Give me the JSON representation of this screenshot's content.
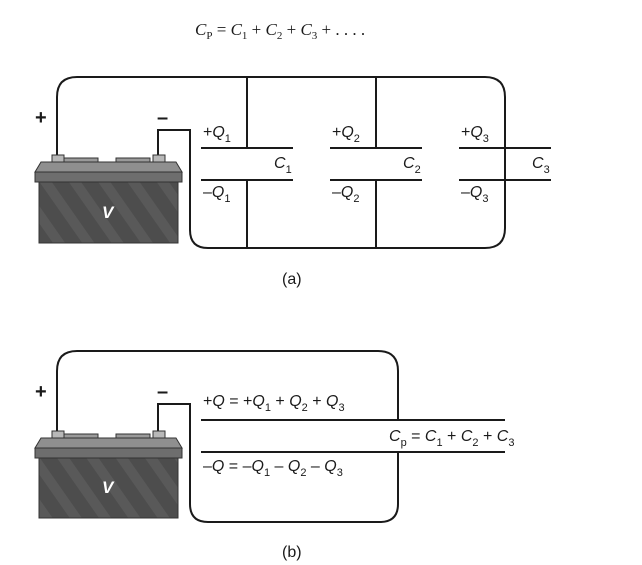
{
  "formula": {
    "lhs": "C",
    "lhs_sub": "P",
    "eq": " = ",
    "c": "C",
    "s1": "1",
    "s2": "2",
    "s3": "3",
    "plus": " + ",
    "tail": " + . . . ."
  },
  "terminals": {
    "plus": "+",
    "minus": "–"
  },
  "battery": {
    "label": "V"
  },
  "panel_a": {
    "caption": "(a)",
    "capacitors": [
      {
        "top_sign": "+",
        "top_q": "Q",
        "sub": "1",
        "bottom_sign": "–",
        "bottom_q": "Q",
        "name": "C"
      },
      {
        "top_sign": "+",
        "top_q": "Q",
        "sub": "2",
        "bottom_sign": "–",
        "bottom_q": "Q",
        "name": "C"
      },
      {
        "top_sign": "+",
        "top_q": "Q",
        "sub": "3",
        "bottom_sign": "–",
        "bottom_q": "Q",
        "name": "C"
      }
    ]
  },
  "panel_b": {
    "caption": "(b)",
    "top_eq": {
      "a": "+",
      "q": "Q",
      "eq": " = +",
      "q1": "Q",
      "s1": "1",
      "p1": " + ",
      "q2": "Q",
      "s2": "2",
      "p2": " + ",
      "q3": "Q",
      "s3": "3"
    },
    "bottom_eq": {
      "a": "–",
      "q": "Q",
      "eq": " = –",
      "q1": "Q",
      "s1": "1",
      "m1": " – ",
      "q2": "Q",
      "s2": "2",
      "m2": " – ",
      "q3": "Q",
      "s3": "3"
    },
    "cp_eq": {
      "c": "C",
      "sub": "p",
      "eq": " = ",
      "c1": "C",
      "s1": "1",
      "p1": " + ",
      "c2": "C",
      "s2": "2",
      "p2": " + ",
      "c3": "C",
      "s3": "3"
    }
  }
}
